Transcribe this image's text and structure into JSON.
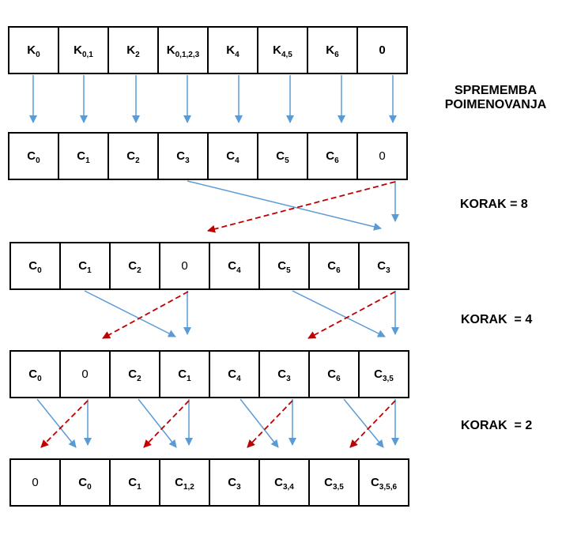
{
  "rows": [
    [
      "K|0",
      "K|0,1",
      "K|2",
      "K|0,1,2,3",
      "K|4",
      "K|4,5",
      "K|6",
      "0b|"
    ],
    [
      "C|0",
      "C|1",
      "C|2",
      "C|3",
      "C|4",
      "C|5",
      "C|6",
      "0|"
    ],
    [
      "C|0",
      "C|1",
      "C|2",
      "0|",
      "C|4",
      "C|5",
      "C|6",
      "C|3"
    ],
    [
      "C|0",
      "0|",
      "C|2",
      "C|1",
      "C|4",
      "C|3",
      "C|6",
      "C|3,5"
    ],
    [
      "0|",
      "C|0",
      "C|1",
      "C|1,2",
      "C|3",
      "C|3,4",
      "C|3,5",
      "C|3,5,6"
    ]
  ],
  "labels": {
    "rename_line1": "SPREMEMBA",
    "rename_line2": "POIMENOVANJA",
    "step8": "KORAK = 8",
    "step4": "KORAK  = 4",
    "step2": "KORAK  = 2"
  },
  "colors": {
    "arrow_blue": "#5b9bd5",
    "arrow_red": "#c00000",
    "border": "#000000"
  }
}
